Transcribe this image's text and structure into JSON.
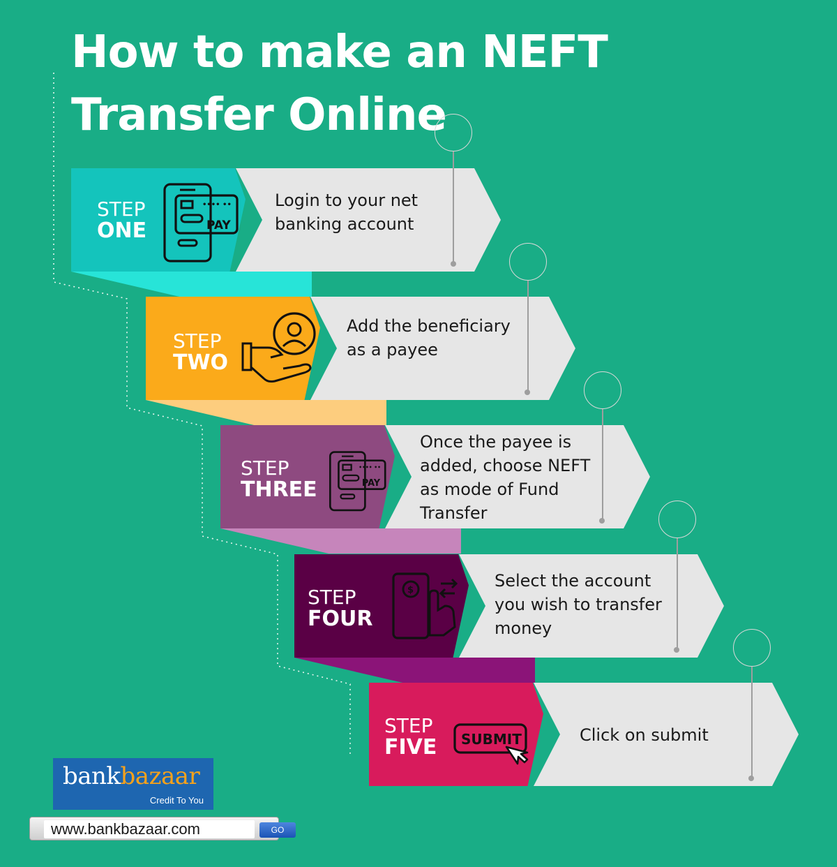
{
  "title": {
    "line1": "How to make an NEFT",
    "line2": "Transfer Online"
  },
  "colors": {
    "background": "#19ad86",
    "step1": "#14c4bc",
    "step1_shadow": "#27e4d8",
    "step2": "#fbaa1a",
    "step2_shadow": "#fdcd7e",
    "step3": "#8e4a80",
    "step3_shadow": "#c685bb",
    "step4": "#5a0045",
    "step4_shadow": "#8b1478",
    "step5": "#d81b5c",
    "card": "#e6e6e6"
  },
  "steps": [
    {
      "word": "STEP",
      "number": "ONE",
      "text": "Login to your net banking account",
      "icon": "mobile-pay-icon"
    },
    {
      "word": "STEP",
      "number": "TWO",
      "text": "Add the beneficiary as a payee",
      "icon": "hand-user-icon"
    },
    {
      "word": "STEP",
      "number": "THREE",
      "text": "Once the payee is added, choose NEFT as mode of Fund Transfer",
      "icon": "mobile-pay-icon"
    },
    {
      "word": "STEP",
      "number": "FOUR",
      "text": "Select the account you wish to transfer money",
      "icon": "money-transfer-icon"
    },
    {
      "word": "STEP",
      "number": "FIVE",
      "text": "Click on submit",
      "icon": "submit-button-icon"
    }
  ],
  "icon_labels": {
    "pay": "PAY",
    "submit": "SUBMIT"
  },
  "logo": {
    "brand_a": "bank",
    "brand_b": "bazaar",
    "tagline": "Credit To You"
  },
  "urlbar": {
    "url": "www.bankbazaar.com",
    "go": "GO"
  }
}
